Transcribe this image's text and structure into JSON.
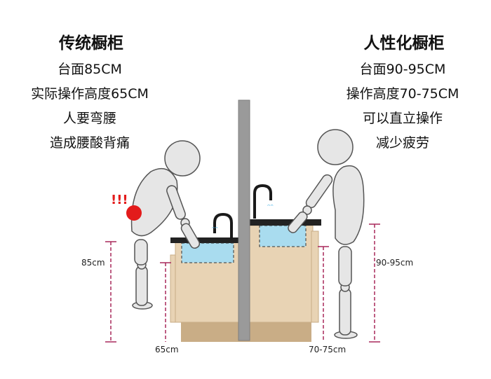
{
  "left": {
    "title": "传统橱柜",
    "lines": [
      "台面85CM",
      "实际操作高度65CM",
      "人要弯腰",
      "造成腰酸背痛"
    ],
    "alert": "!!!",
    "counter_height_label": "85cm",
    "working_height_label": "65cm"
  },
  "right": {
    "title": "人性化橱柜",
    "lines": [
      "台面90-95CM",
      "操作高度70-75CM",
      "可以直立操作",
      "减少疲劳"
    ],
    "counter_height_label": "90-95cm",
    "working_height_label": "70-75cm"
  },
  "colors": {
    "cabinet": "#e8d3b4",
    "cabinet_dark": "#c9ad86",
    "water": "#a9dcef",
    "alert": "#e31b1b",
    "dimension_line": "#a8285a",
    "figure_fill": "#e6e6e6",
    "figure_stroke": "#555555",
    "divider": "#9a9a9a"
  }
}
